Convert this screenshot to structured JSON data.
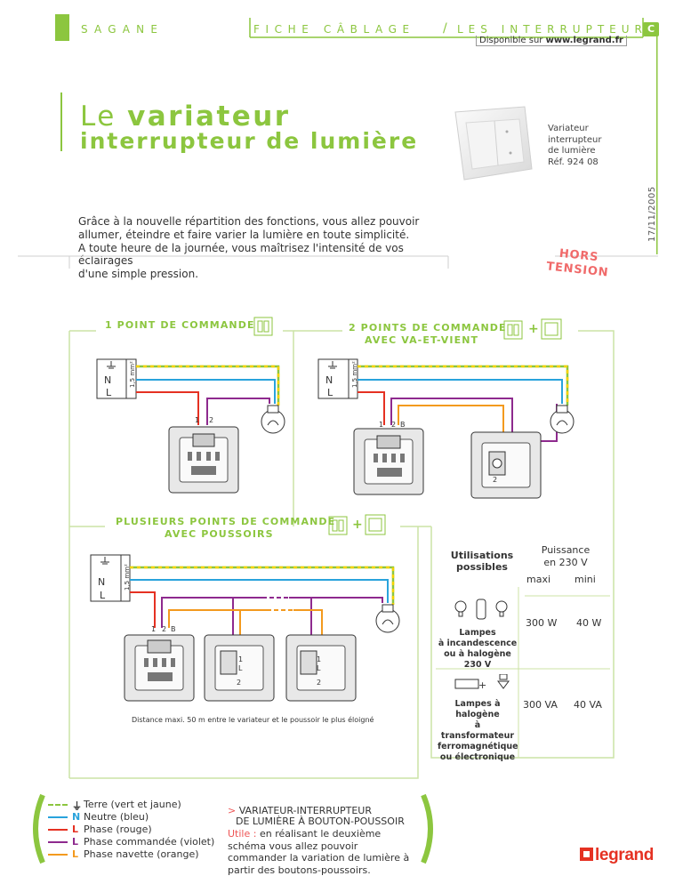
{
  "header": {
    "brand": "SAGANE",
    "fiche": "FICHE CÂBLAGE",
    "separator": "/",
    "subtitle": "LES INTERRUPTEURS",
    "badge": "C",
    "available_prefix": "Disponible sur ",
    "available_site": "www.legrand.fr"
  },
  "title": {
    "line1_prefix": "Le ",
    "line1_bold": "variateur",
    "line2": "interrupteur de lumière"
  },
  "product": {
    "lines": [
      "Variateur",
      "interrupteur",
      "de lumière",
      "Réf. 924 08"
    ]
  },
  "date": "17/11/2005",
  "intro": [
    "Grâce à la nouvelle répartition des fonctions, vous allez pouvoir",
    "allumer, éteindre et faire varier la lumière en toute simplicité.",
    "A toute heure de la journée, vous maîtrisez l'intensité de vos éclairages",
    "d'une simple pression."
  ],
  "stamp": [
    "HORS",
    "TENSION"
  ],
  "sections": {
    "one": "1 POINT DE COMMANDE",
    "two_line1": "2 POINTS DE COMMANDE",
    "two_line2": "AVEC VA-ET-VIENT",
    "multi_line1": "PLUSIEURS POINTS DE COMMANDE",
    "multi_line2": "AVEC POUSSOIRS",
    "plus": "+"
  },
  "diagram_labels": {
    "N": "N",
    "L": "L",
    "section": "1,5 mm²",
    "t1": "1",
    "t2": "2",
    "tB": "B",
    "distance": "Distance maxi. 50 m entre le variateur et le poussoir le plus éloigné"
  },
  "table": {
    "head_uses": [
      "Utilisations",
      "possibles"
    ],
    "head_power": [
      "Puissance",
      "en 230 V"
    ],
    "maxi": "maxi",
    "mini": "mini",
    "row1_label": [
      "Lampes",
      "à incandescence",
      "ou à halogène 230 V"
    ],
    "row1_max": "300 W",
    "row1_min": "40 W",
    "row2_label": [
      "Lampes à halogène",
      "à transformateur",
      "ferromagnétique",
      "ou électronique"
    ],
    "row2_max": "300 VA",
    "row2_min": "40 VA",
    "plus": "+"
  },
  "legend": [
    {
      "letter": "",
      "text": "Terre (vert et jaune)",
      "color": "#8cc63f"
    },
    {
      "letter": "N",
      "text": "Neutre (bleu)",
      "color": "#29a3dc"
    },
    {
      "letter": "L",
      "text": "Phase (rouge)",
      "color": "#e53122"
    },
    {
      "letter": "L",
      "text": "Phase commandée (violet)",
      "color": "#8e2a8e"
    },
    {
      "letter": "L",
      "text": "Phase navette (orange)",
      "color": "#f39a1e"
    }
  ],
  "note": {
    "title_prefix": "> ",
    "title_line1": "VARIATEUR-INTERRUPTEUR",
    "title_line2": "DE LUMIÈRE À BOUTON-POUSSOIR",
    "body_highlight": "Utile : ",
    "body": "en réalisant le deuxième schéma vous allez pouvoir commander la variation de lumière à partir des boutons-poussoirs."
  },
  "logo": "legrand",
  "colors": {
    "accent": "#8cc63f",
    "earth_yellow": "#f5d200",
    "neutral": "#29a3dc",
    "phase": "#e53122",
    "commanded": "#8e2a8e",
    "traveller": "#f39a1e",
    "stamp": "#f06a6a"
  }
}
